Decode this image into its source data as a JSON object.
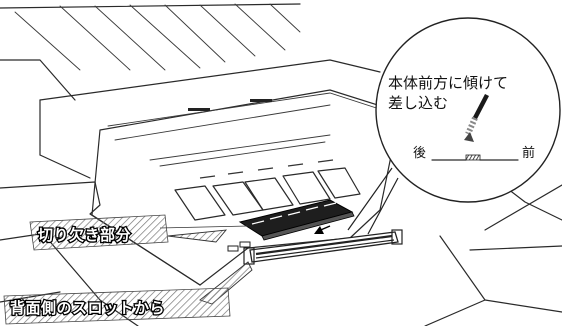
{
  "bubble": {
    "line1": "本体前方に傾けて",
    "line2": "差し込む",
    "rear_label": "後",
    "front_label": "前"
  },
  "callouts": {
    "notch": "切り欠き部分",
    "slot": "背面側のスロットから"
  },
  "icons": [
    "insertion-arrow-icon",
    "memory-module-icon"
  ]
}
